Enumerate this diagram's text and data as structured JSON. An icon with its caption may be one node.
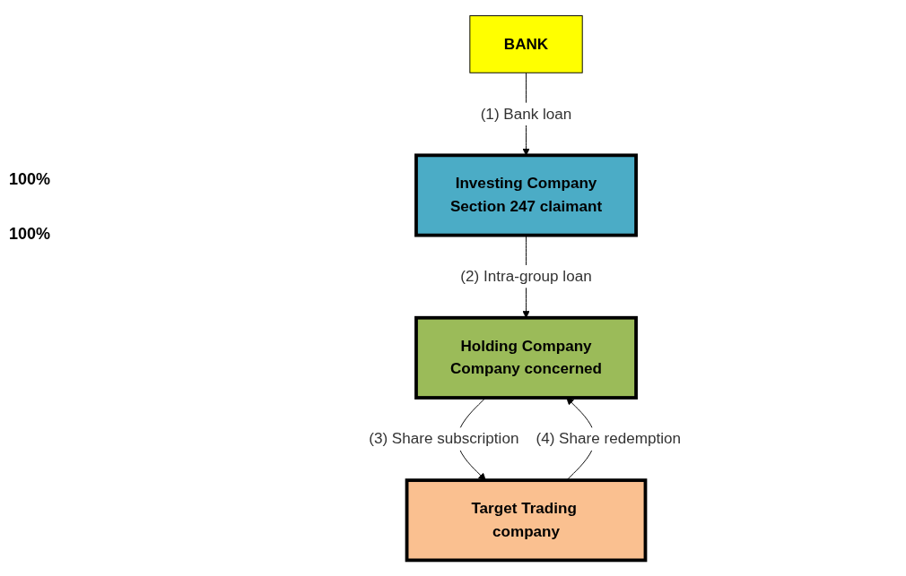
{
  "diagram": {
    "nodes": [
      {
        "text": [
          "Investing Company",
          "Section 247 claimant"
        ]
      },
      {
        "text": [
          "BANK"
        ]
      },
      {
        "text": [
          "Holding Company",
          "Company concerned"
        ]
      },
      {
        "text": [
          "Target Trading company"
        ]
      }
    ],
    "edges": [
      {
        "from": 1,
        "to": 0,
        "arrow": "to",
        "label": "(1) Bank loan"
      },
      {
        "from": 0,
        "to": 2,
        "arrow": "to",
        "label": "(2) Intra-group loan"
      },
      {
        "from": 2,
        "to": 3,
        "arrow": "to",
        "label": "(3) Share subscription"
      },
      {
        "from": 3,
        "to": 2,
        "arrow": "to",
        "label": "(4) Share redemption"
      }
    ],
    "labels": [
      "100%",
      "100%"
    ]
  }
}
